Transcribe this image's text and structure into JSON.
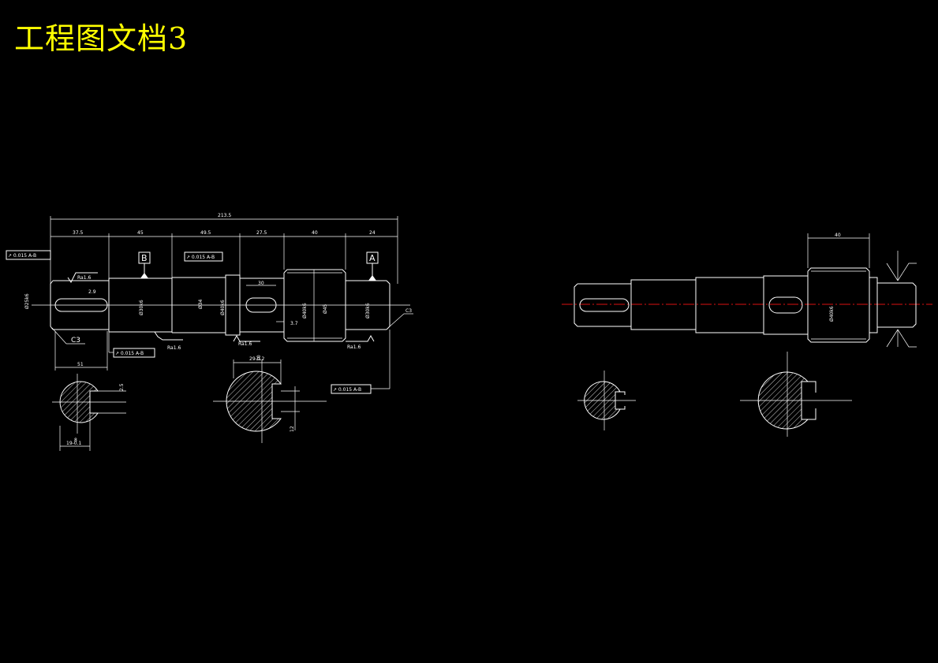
{
  "title": "工程图文档3",
  "dimensions": {
    "overall": "213.5",
    "seg1": "37.5",
    "seg2": "45",
    "seg3": "49.5",
    "seg4": "27.5",
    "seg5": "40",
    "seg6": "24",
    "key_len1": "30",
    "key_len_left": "51",
    "right_view_len": "40",
    "small_3_7": "3.7",
    "small_2_9": "2.9",
    "d45": "Ø45",
    "d34": "Ø34",
    "key_depth_small": "2.5",
    "key_width_small": "8",
    "key_section_small": "19-0.1",
    "key_section_large": "29-0.2",
    "key_depth_large": "12",
    "key_width_large": "10"
  },
  "diameters": {
    "d_left": "Ø25k6",
    "d_b": "Ø30k6",
    "d_mid": "Ø40k6",
    "d_bearing1": "Ø40k6",
    "d_a": "Ø30k6",
    "d_right": "Ø40k6"
  },
  "labels": {
    "datum_a": "A",
    "datum_b": "B",
    "chamfer1": "C3",
    "chamfer2": "C3"
  },
  "roughness": {
    "r1": "Ra1.6",
    "r2": "Ra1.6",
    "r3": "Ra1.6",
    "r4": "Ra1.6"
  },
  "tolerances": {
    "t1": "↗ 0.015 A-B",
    "t2": "↗ 0.015 A-B",
    "t3": "↗ 0.015 A-B",
    "t4": "↗ 0.015 A-B"
  }
}
